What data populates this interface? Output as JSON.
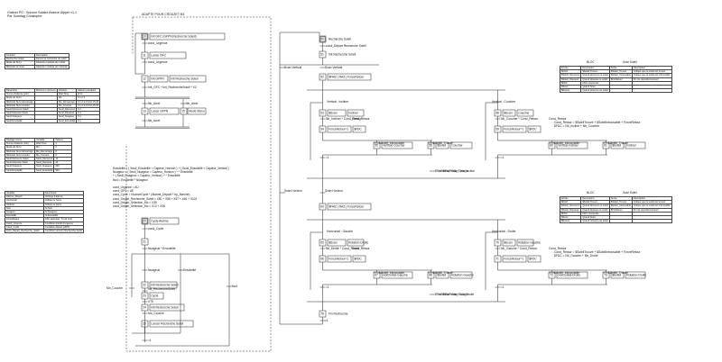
{
  "header": {
    "title": "Grafcet PO : Suiveur Solaire Avancé Alpper v1.1",
    "author": "Par Sonntag Christophe",
    "adapt_note": "ADAPTE POUR CROUZET M3"
  },
  "tables": {
    "fonction": {
      "headers": [
        "Fonction",
        "Description"
      ],
      "rows": [
        [
          "Recherche Soleil",
          "Permet la recherche du soleil"
        ],
        [
          "Mode de Suivi",
          "Sélection multiple de mobile"
        ],
        [
          "Méthode de Suivi",
          "Sélection multiple de méthode"
        ]
      ]
    },
    "paramètres": {
      "headers": [
        "Paramètre",
        "Minimum minimum",
        "Variable",
        "Valeurs possibles"
      ],
      "rows": [
        [
          "Temps d'attente (min)",
          "",
          "Wait Time",
          "[0-1]"
        ],
        [
          "Mode de Suivi",
          "",
          "Mo",
          "0,1,2,3"
        ],
        [
          "Méthode Suivi démarrage",
          "",
          "Mo_Démarrage",
          "0,1,2,3,4,5,10,15,20"
        ],
        [
          "Méthode Suivi courant",
          "",
          "Mo_Courant",
          "0,1,2,3,4,5,10,15,20"
        ],
        [
          "Seuil Découvre Soleil",
          "",
          "Seuil_Découvre",
          "0-1"
        ],
        [
          "Seuil Dépassé Soleil",
          "",
          "Seuil_Dépassé",
          "0-1"
        ],
        [
          "Seuil Nuageux",
          "",
          "Seuil_Nuageux",
          "0-1"
        ],
        [
          "Seuil Ensoleillé",
          "",
          "Seuil_Ensoleillé",
          "0-1"
        ]
      ]
    },
    "réglages": {
      "headers": [
        "Réglage Usine",
        "Variable",
        "Valeurs"
      ],
      "rows": [
        [
          "Temps d'attente (min)",
          "Wait Time",
          "1"
        ],
        [
          "Mode de Suivi",
          "Mo",
          "0"
        ],
        [
          "Méthode Suivi démarrage",
          "Mo_Démarrage",
          "0"
        ],
        [
          "Méthode Suivi courant",
          "Mo_Courant",
          "0"
        ],
        [
          "Seuil Découvre Soleil",
          "Seuil_Découvre",
          "10"
        ],
        [
          "Seuil Dépassé Soleil",
          "Seuil_Dépassé",
          "10"
        ],
        [
          "Seuil Nuageux",
          "Seuil_Nuageux",
          "300"
        ],
        [
          "Seuil Ensoleillé",
          "Seuil_Ensoleillé",
          "500"
        ]
      ]
    },
    "variables": {
      "headers": [
        "Variable",
        "Description"
      ],
      "rows": [
        [
          "Alarme_Départ",
          "Horloge d'alarme"
        ],
        [
          "Horizontal",
          "Indique le Sens"
        ],
        [
          "Vertical",
          "Indique le Sens"
        ],
        [
          "Nuit",
          "Si Nuit"
        ],
        [
          "Nuageux",
          "Si Nuageux"
        ],
        [
          "Ensoleillé",
          "Si Ensoleillé"
        ],
        [
          "ForceRetour",
          "FDC atteint(e), Tir de mort"
        ],
        [
          "Cond_Urgence",
          "Condition d'arrêt d'urgence"
        ],
        [
          "Cond_Cycle",
          "Condition départ GFPN"
        ],
        [
          "cond_Départ_Recherche_Soleil",
          "Condition Horizon Recherche Soleil"
        ]
      ]
    },
    "bloc_v": {
      "headers": [
        "Entrée",
        "Description",
        "Sortie",
        "Description"
      ],
      "rows": [
        [
          "$FAIZ",
          "$Soleil Trouvé…",
          "$Soleil_Trouvé",
          "Indique que le soleil est trouvé"
        ],
        [
          "$Soleil_Découvre",
          "Quand découvre le soleil",
          "$Soleil_Introuvable",
          "Indique que le soleil est introuvable"
        ],
        [
          "$Soleil_Dépassé",
          "Quand dépasse le soleil",
          "$FinRetour",
          "Fin de repositionnement"
        ],
        [
          "$FDC",
          "FDC concernés",
          "",
          ""
        ],
        [
          "$Scan",
          "Quand Scan",
          "",
          ""
        ],
        [
          "$Retour",
          "Quand retourne au soleil",
          "",
          ""
        ]
      ]
    },
    "bloc_h": {
      "headers": [
        "Entrée",
        "Description",
        "Sortie",
        "Description"
      ],
      "rows": [
        [
          "$FAIZ",
          "$Soleil Trouvé…",
          "$Soleil_Trouvé",
          "Indique que le soleil est trouvé"
        ],
        [
          "$Soleil_Découvre",
          "Quand découvre le soleil",
          "$Soleil_Introuvable",
          "Indique que le soleil est introuvable"
        ],
        [
          "$Soleil_Dépassé",
          "Quand dépasse le soleil",
          "$FinRetour",
          "Fin de repositionnement"
        ],
        [
          "$FDC",
          "FDC concernés",
          "",
          ""
        ],
        [
          "$Scan",
          "Quand Scan",
          "",
          ""
        ],
        [
          "$Retour",
          "Quand retourne au soleil",
          "",
          ""
        ]
      ]
    }
  },
  "bloc_labels": {
    "bloc": "BLOC",
    "suivi": "Suivi Soleil"
  },
  "gfpc": {
    "steps": [
      "10",
      "11",
      "12",
      "13",
      "14",
      "15"
    ],
    "actions": [
      "Init GFC (GFPN,Recherche Soleil)",
      "Lance GFC",
      "Init GFPN",
      "Init Recherche Soleil",
      "Lance GFPN",
      "Mode Manu"
    ],
    "transitions": [
      "cond_Urgence",
      "cond_Urgence",
      "Init_GFC * Init_RechercheSoleil * X2",
      "Nb_Arret",
      "Nb_Arret",
      "Nb_Arret"
    ]
  },
  "equations": [
    "Ensoleillé = ( Seuil_Ensoleillé > Capteur_Horizon ) + ( Seuil_Ensoleillé > Capteur_Vertical )",
    "Nuageux = ( Seuil_Nuageux < Capteur_Horizon ) * ^ Ensoleillé",
    "        + ( Seuil_Nuageux < Capteur_Vertical ) * ^ Ensoleillé",
    "Nuit = Ensoleillé * Nuageux",
    "",
    "cond_Urgence = AU",
    "cond_GFC = AE",
    "cond_Cycle = NLanceCycle * (Alarme_Départ + bp_Marche)",
    "cond_Départ_Recherche_Soleil = X50 + X56 + X57 + X66 + X101",
    "cond_Départ_Sélection_Mo = X35",
    "cond_Départ_Sélection_Mo = X12 + X36"
  ],
  "cycle": {
    "steps": [
      "20",
      "21",
      "22",
      "23",
      "24",
      "25"
    ],
    "actions": [
      "Cycle Alarme",
      "Init Recherche Soleil",
      "Cycle",
      "Init Recherche Soleil",
      "Lancer Recherche Soleil"
    ],
    "labels": [
      "cond_Cycle",
      "Nuageux * Ensoleillé",
      "Nuageux",
      "Ensoleillé",
      "Nuit",
      "Mo_Couche",
      "init_RechercheSoleil",
      "X75",
      "Mo_Couche",
      "=1"
    ]
  },
  "recherche": {
    "top_steps": [
      "50",
      "51"
    ],
    "top_actions": [
      "Recherche Soleil",
      "Init Recherche Soleil"
    ],
    "top_labels": [
      "cond_Départ Recherche Soleil",
      "Scan Vertical",
      "Scan Vertical",
      "Scan Horizon",
      "Scan Horizon",
      "Fin Recherche",
      "=1"
    ],
    "vertical": {
      "left_steps": [
        "52",
        "53",
        "54",
        "55",
        "56",
        "57"
      ],
      "left_actions": [
        "$FAIZ",
        "RAZ",
        "ForceRetour",
        "$Scan",
        "Incliner",
        "ForceRetour=1",
        "$FDC",
        "Vertical-Coucher",
        "$Soleil",
        "Coucher"
      ],
      "right_steps": [
        "58",
        "59",
        "60",
        "61",
        "62",
        "63"
      ],
      "right_actions": [
        "$Scan",
        "Coucher",
        "ForceRetour=1",
        "$FDC",
        "Vertical-Incliner",
        "$Soleil",
        "Incliner"
      ],
      "labels": [
        "Vertical : Incliner",
        "Vertical : Coucher",
        "Nb_Incliner * Cond_Retour",
        "Cond_Retour",
        "Nb_Coucher * Cond_Retour",
        "Cond_Retour",
        "$Soleil_Introuvable",
        "$Soleil_Trouvé",
        "$Soleil_Introuvable",
        "$Soleil_Trouvé",
        "$FinRetour * Nb_Couche",
        "$FinRetour * Nb_Incliné",
        "=1",
        "=1",
        "Cond_Retour = $SoleilTrouvé + $SoleilIntrouvable + ForceRetour",
        "$FDC = Nb_Incliné + Nb_Coucher"
      ]
    },
    "horizon": {
      "left_steps": [
        "64",
        "65",
        "66",
        "67",
        "68",
        "69"
      ],
      "left_actions": [
        "$FAIZ",
        "RAZ",
        "ForceRetour",
        "$Scan",
        "Rotation Droite",
        "ForceRetour=1",
        "$FDC",
        "Horizontal-Gauche",
        "$Soleil",
        "Rotation Gauche"
      ],
      "right_steps": [
        "70",
        "71",
        "72",
        "73",
        "74",
        "75"
      ],
      "right_actions": [
        "$Scan",
        "Rotation Gauche",
        "ForceRetour=1",
        "$FDC",
        "Horizontal-Droite",
        "$Soleil",
        "Rotation Droite"
      ],
      "labels": [
        "Horizontal : Gauche",
        "Horizontal : Droite",
        "Nb_Droite * Cond_Retour",
        "Cond_Retour",
        "Nb_Gauche * Cond_Retour",
        "Cond_Retour",
        "$Soleil_Introuvable",
        "$Soleil_Trouvé",
        "$Soleil_Introuvable",
        "$Soleil_Trouvé",
        "$FinRetour * Nb_Gauche",
        "$FinRetour * Nb_Droite",
        "=1",
        "=1",
        "Cond_Retour = $SoleilTrouvé + $SoleilIntrouvable + ForceRetour",
        "$FDC = Nb_Gauche + Nb_Droite"
      ]
    }
  },
  "colors": {
    "line": "#222222",
    "paper": "#ffffff"
  }
}
